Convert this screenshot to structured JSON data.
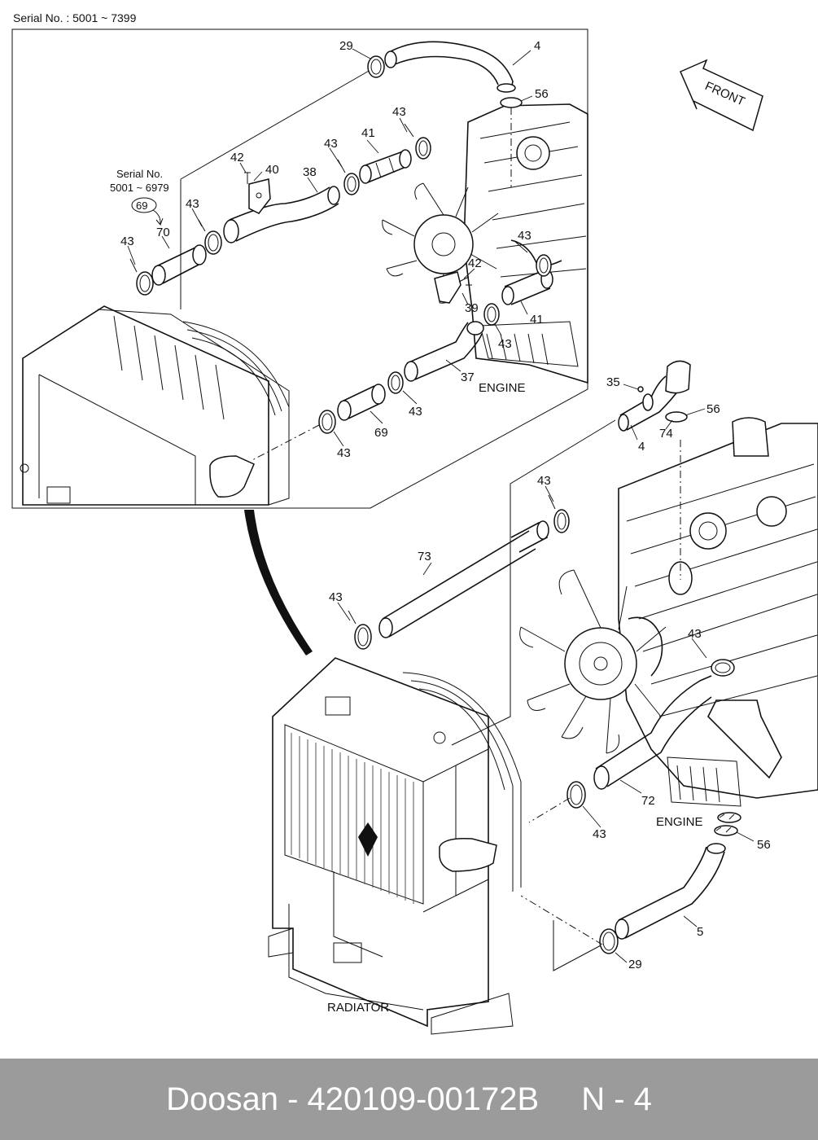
{
  "header": {
    "serial_range": "Serial No. : 5001 ~ 7399"
  },
  "inset_note": {
    "line1": "Serial No.",
    "line2": "5001 ~ 6979",
    "ref": "69"
  },
  "front_arrow": "FRONT",
  "section_labels": {
    "engine_top": "ENGINE",
    "engine_bottom": "ENGINE",
    "radiator": "RADIATOR"
  },
  "callouts": {
    "t29": "29",
    "t4": "4",
    "t56": "56",
    "t43a": "43",
    "t41a": "41",
    "t43b": "43",
    "t42a": "42",
    "t40": "40",
    "t38": "38",
    "t43c": "43",
    "t70": "70",
    "t43d": "43",
    "t43e": "43",
    "t42b": "42",
    "t39": "39",
    "t41b": "41",
    "t43f": "43",
    "t37": "37",
    "t43g": "43",
    "t69": "69",
    "t43h": "43",
    "b35": "35",
    "b56a": "56",
    "b74": "74",
    "b4": "4",
    "b43a": "43",
    "b73": "73",
    "b43b": "43",
    "b43c": "43",
    "b72": "72",
    "b43d": "43",
    "b56b": "56",
    "b5": "5",
    "b29": "29"
  },
  "footer": {
    "brand": "Doosan",
    "separator": "-",
    "part_number": "420109-00172B",
    "page": "N - 4"
  }
}
